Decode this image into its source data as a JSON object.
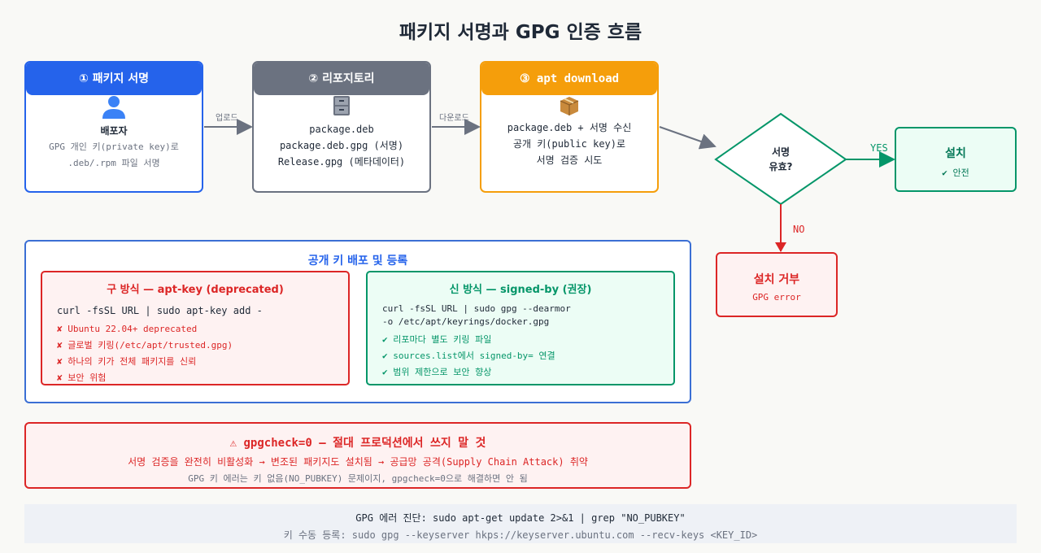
{
  "title": "패키지 서명과 GPG 인증 흐름",
  "steps": [
    {
      "label": "① 패키지 서명",
      "icon": "person-icon",
      "lines": [
        "배포자",
        "GPG 개인 키(private key)로",
        ".deb/.rpm 파일 서명"
      ]
    },
    {
      "label": "② 리포지토리",
      "icon": "file-cabinet-icon",
      "lines": [
        "package.deb",
        "package.deb.gpg (서명)",
        "Release.gpg (메타데이터)"
      ]
    },
    {
      "label": "③ apt download",
      "icon": "package-icon",
      "lines": [
        "package.deb + 서명 수신",
        "공개 키(public key)로",
        "서명 검증 시도"
      ]
    }
  ],
  "arrows": {
    "upload": "업로드",
    "download": "다운로드",
    "yes": "YES",
    "no": "NO"
  },
  "decision": {
    "line1": "서명",
    "line2": "유효?"
  },
  "install_ok": {
    "title": "설치",
    "sub": "✔ 안전"
  },
  "install_fail": {
    "title": "설치 거부",
    "sub": "GPG error"
  },
  "keybox": {
    "title": "공개 키 배포 및 등록",
    "old": {
      "title": "구 방식 — apt-key (deprecated)",
      "cmd": "curl -fsSL URL | sudo apt-key add -",
      "bullets": [
        "✘ Ubuntu 22.04+ deprecated",
        "✘ 글로벌 키링(/etc/apt/trusted.gpg)",
        "✘ 하나의 키가 전체 패키지를 신뢰",
        "✘ 보안 위험"
      ]
    },
    "new": {
      "title": "신 방식 — signed-by (권장)",
      "cmd1": "curl -fsSL URL | sudo gpg --dearmor",
      "cmd2": "-o /etc/apt/keyrings/docker.gpg",
      "bullets": [
        "✔ 리포마다 별도 키링 파일",
        "✔ sources.list에서 signed-by= 연결",
        "✔ 범위 제한으로 보안 향상"
      ]
    }
  },
  "warning": {
    "title": "⚠ gpgcheck=0 — 절대 프로덕션에서 쓰지 말 것",
    "line": "서명 검증을 완전히 비활성화 → 변조된 패키지도 설치됨 → 공급망 공격(Supply Chain Attack) 취약",
    "note": "GPG 키 에러는 키 없음(NO_PUBKEY) 문제이지, gpgcheck=0으로 해결하면 안 됨"
  },
  "footer": {
    "line1": "GPG 에러 진단: sudo apt-get update 2>&1 | grep \"NO_PUBKEY\"",
    "line2": "키 수동 등록: sudo gpg --keyserver hkps://keyserver.ubuntu.com --recv-keys <KEY_ID>"
  },
  "colors": {
    "blue": "#2563eb",
    "gray": "#6b7280",
    "orange": "#f59e0b",
    "green": "#059669",
    "red": "#dc2626"
  }
}
